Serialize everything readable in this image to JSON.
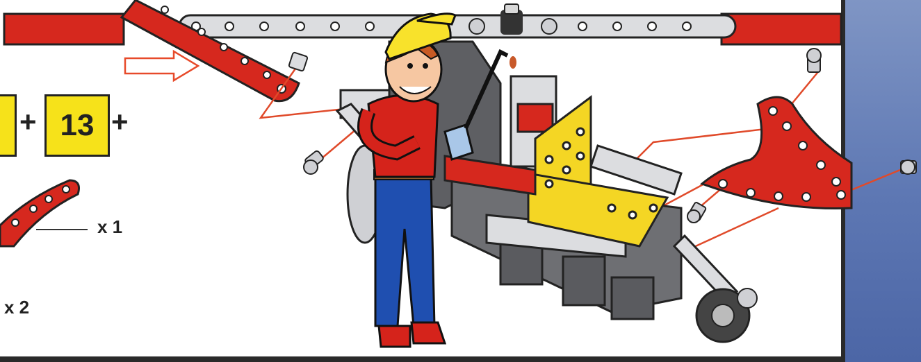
{
  "step_parts": {
    "first_part_number": "",
    "second_part_number": "13",
    "plus_sign": "+"
  },
  "quantities": {
    "red_arc_strip": "x 1",
    "small_part": "x 2"
  },
  "colors": {
    "metal_red": "#d6281e",
    "metal_yellow": "#f4d624",
    "metal_silver": "#dcdde0",
    "panel_blue": "#5d77b3",
    "shirt_red": "#d5231b",
    "jeans_blue": "#1f4fb0",
    "cap_yellow": "#f8e22b"
  }
}
